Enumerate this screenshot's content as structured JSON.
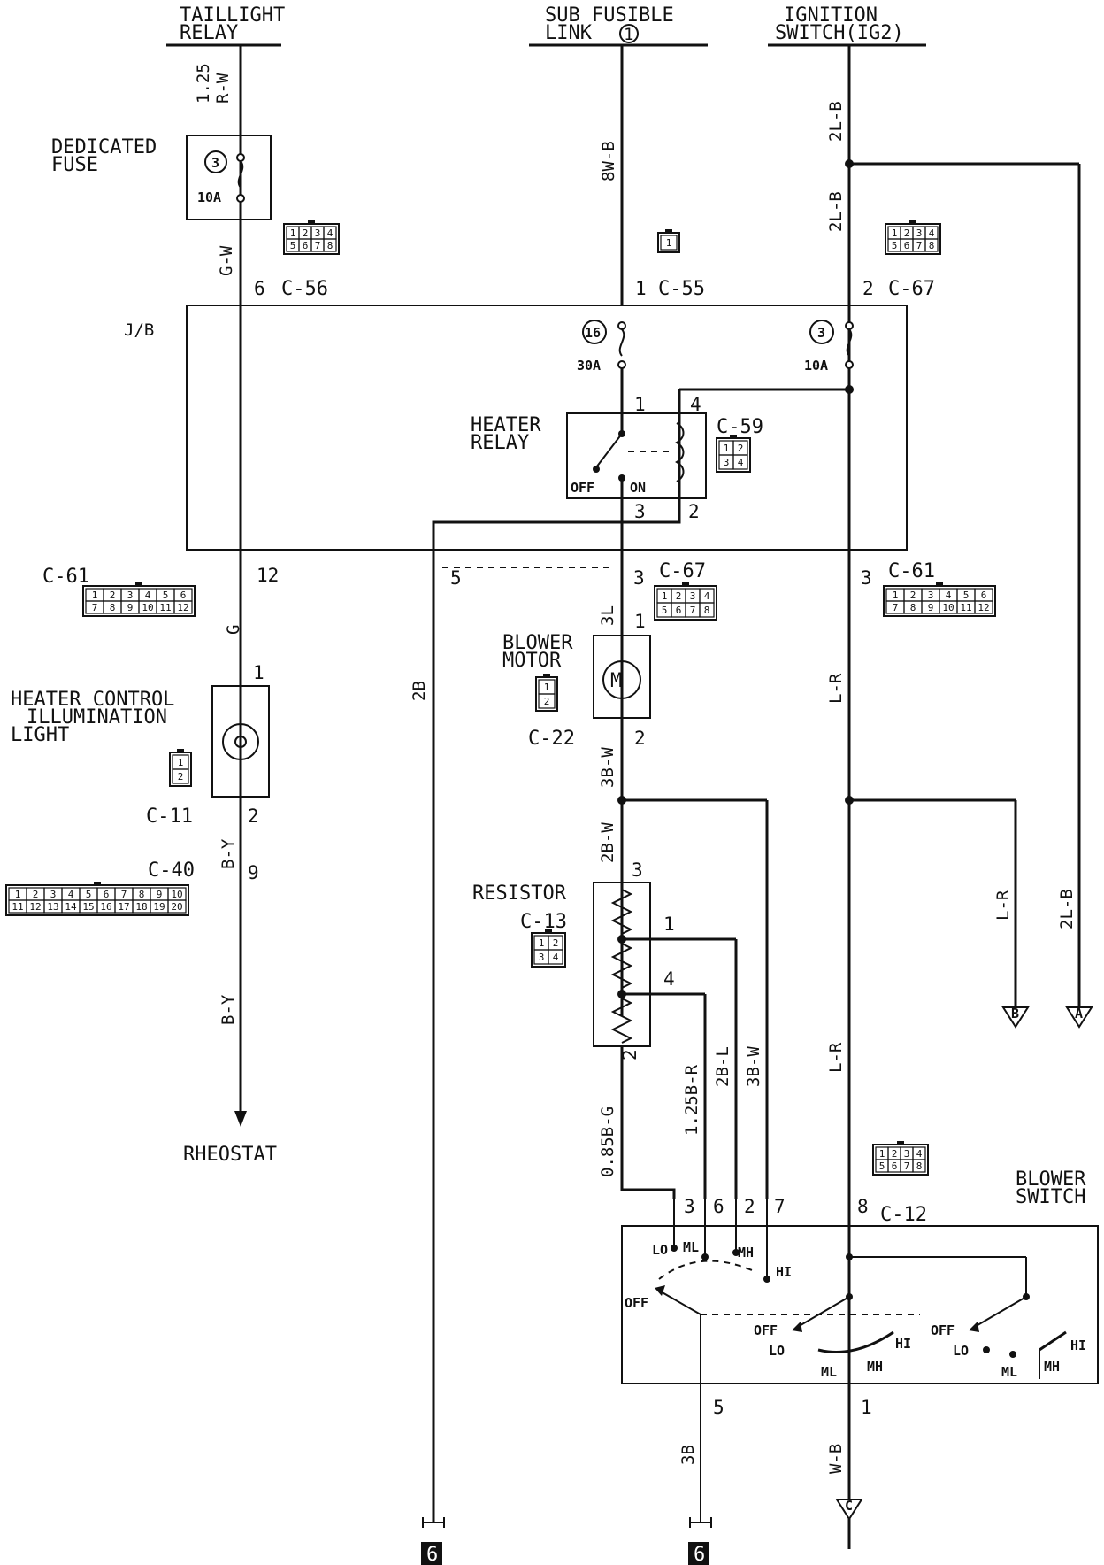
{
  "top_sources": {
    "taillight_relay": [
      "TAILLIGHT",
      "RELAY"
    ],
    "sub_fusible_link": [
      "SUB FUSIBLE",
      "LINK"
    ],
    "sub_fusible_link_num": "1",
    "ignition_switch": [
      "IGNITION",
      "SWITCH(IG2)"
    ]
  },
  "wires": {
    "r_w": [
      "1.25",
      "R-W"
    ],
    "g_w": "G-W",
    "w8_b": "8W-B",
    "l2_b_top": "2L-B",
    "l2_b_mid": "2L-B",
    "g": "G",
    "b_y_1": "B-Y",
    "b_y_2": "B-Y",
    "b2": "2B",
    "l3": "3L",
    "b3_w_1": "3B-W",
    "b2_w": "2B-W",
    "l_r_1": "L-R",
    "l_r_2": "L-R",
    "l_r_3": "L-R",
    "l2_b_right": "2L-B",
    "b085_g": "0.85B-G",
    "b125_r": "1.25B-R",
    "b2_l": "2B-L",
    "b3_w_2": "3B-W",
    "b3": "3B",
    "w_b": "W-B"
  },
  "fuses": {
    "dedicated_label": [
      "DEDICATED",
      "FUSE"
    ],
    "dedicated_num": "3",
    "dedicated_amp": "10A",
    "jb_16_num": "16",
    "jb_16_amp": "30A",
    "jb_3_num": "3",
    "jb_3_amp": "10A"
  },
  "connectors": {
    "c56": "C-56",
    "c55": "C-55",
    "c67_top": "C-67",
    "c59": "C-59",
    "c61_left": "C-61",
    "c67_mid": "C-67",
    "c61_right": "C-61",
    "c22": "C-22",
    "c11": "C-11",
    "c40": "C-40",
    "c13": "C-13",
    "c12": "C-12"
  },
  "pins": {
    "c56_6": "6",
    "c55_1": "1",
    "c67_2": "2",
    "relay_1": "1",
    "relay_4": "4",
    "relay_3": "3",
    "relay_2": "2",
    "c61_12": "12",
    "c61_5": "5",
    "c67_3": "3",
    "c61_3": "3",
    "motor_1": "1",
    "motor_2": "2",
    "lamp_1": "1",
    "lamp_2": "2",
    "c40_9": "9",
    "res_3": "3",
    "res_1": "1",
    "res_4": "4",
    "res_2": "2",
    "sw_3": "3",
    "sw_6": "6",
    "sw_2": "2",
    "sw_7": "7",
    "sw_8": "8",
    "sw_5": "5",
    "sw_1": "1"
  },
  "components": {
    "jb": "J/B",
    "heater_relay": [
      "HEATER",
      "RELAY"
    ],
    "relay_off": "OFF",
    "relay_on": "ON",
    "blower_motor": [
      "BLOWER",
      "MOTOR"
    ],
    "motor_symbol": "M",
    "heater_control_light": [
      "HEATER CONTROL",
      "ILLUMINATION",
      "LIGHT"
    ],
    "resistor": "RESISTOR",
    "rheostat": "RHEOSTAT",
    "blower_switch": [
      "BLOWER",
      "SWITCH"
    ]
  },
  "switch_positions": {
    "s1": {
      "lo": "LO",
      "ml": "ML",
      "mh": "MH",
      "hi": "HI",
      "off": "OFF"
    },
    "s2": {
      "off": "OFF",
      "lo": "LO",
      "ml": "ML",
      "mh": "MH",
      "hi": "HI"
    },
    "s3": {
      "off": "OFF",
      "lo": "LO",
      "ml": "ML",
      "mh": "MH",
      "hi": "HI"
    }
  },
  "terminals": {
    "a": "A",
    "b": "B",
    "c": "C"
  },
  "grounds": {
    "g1": "6",
    "g2": "6"
  },
  "connector_faces": {
    "c56": [
      "1",
      "2",
      "3",
      "4",
      "5",
      "6",
      "7",
      "8"
    ],
    "c55": [
      "1"
    ],
    "c67_top": [
      "1",
      "2",
      "3",
      "4",
      "5",
      "6",
      "7",
      "8"
    ],
    "c59": [
      "1",
      "2",
      "3",
      "4"
    ],
    "c61_left": [
      "1",
      "2",
      "3",
      "4",
      "5",
      "6",
      "7",
      "8",
      "9",
      "10",
      "11",
      "12"
    ],
    "c67_mid": [
      "1",
      "2",
      "3",
      "4",
      "5",
      "6",
      "7",
      "8"
    ],
    "c61_right": [
      "1",
      "2",
      "3",
      "4",
      "5",
      "6",
      "7",
      "8",
      "9",
      "10",
      "11",
      "12"
    ],
    "c22": [
      "1",
      "2"
    ],
    "c11": [
      "1",
      "2"
    ],
    "c40": [
      "1",
      "2",
      "3",
      "4",
      "5",
      "6",
      "7",
      "8",
      "9",
      "10",
      "11",
      "12",
      "13",
      "14",
      "15",
      "16",
      "17",
      "18",
      "19",
      "20"
    ],
    "c13": [
      "1",
      "2",
      "3",
      "4"
    ],
    "c12": [
      "1",
      "2",
      "3",
      "4",
      "5",
      "6",
      "7",
      "8"
    ]
  }
}
